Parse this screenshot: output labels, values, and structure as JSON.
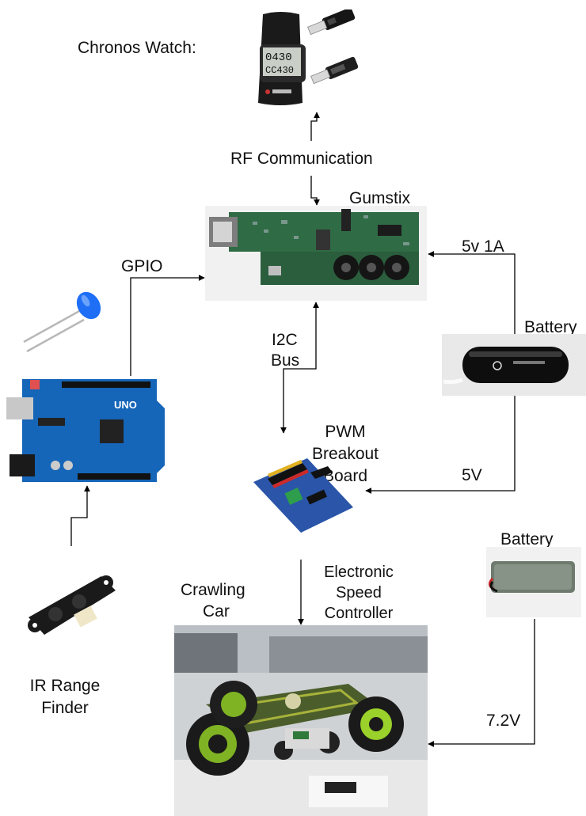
{
  "labels": {
    "chronos_watch": "Chronos Watch:",
    "rf_communication": "RF Communication",
    "gumstix": "Gumstix",
    "gpio": "GPIO",
    "power_5v_1a": "5v 1A",
    "battery_top": "Battery",
    "i2c_line1": "I2C",
    "i2c_line2": "Bus",
    "pwm_line1": "PWM",
    "pwm_line2": "Breakout",
    "pwm_line3": "Board",
    "power_5v": "5V",
    "battery_bottom": "Battery",
    "crawling_line1": "Crawling",
    "crawling_line2": "Car",
    "esc_line1": "Electronic",
    "esc_line2": "Speed",
    "esc_line3": "Controller",
    "power_7v2": "7.2V",
    "ir_line1": "IR Range",
    "ir_line2": "Finder"
  },
  "watch_display": {
    "line1": "0430",
    "line2": "CC430"
  },
  "arduino_badge": "UNO",
  "colors": {
    "line": "#000000",
    "arduino_blue": "#1565b8",
    "gumstix_green": "#2f6b45",
    "pwm_blue": "#2a55a8",
    "led_blue": "#1e6ff5",
    "battery_black": "#0e0e0e",
    "wheel_green": "#9ad12a"
  }
}
